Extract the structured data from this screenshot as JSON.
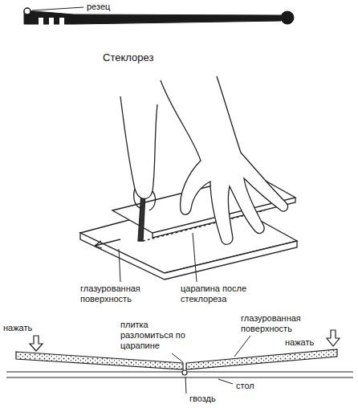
{
  "diagram": {
    "labels": [
      "резец",
      "Стеклорез",
      "глазурованная поверхность",
      "царапина после стеклореза",
      "нажать",
      "плитка разломиться по царапине",
      "глазурованная поверхность",
      "нажать",
      "стол",
      "гвоздь"
    ]
  }
}
